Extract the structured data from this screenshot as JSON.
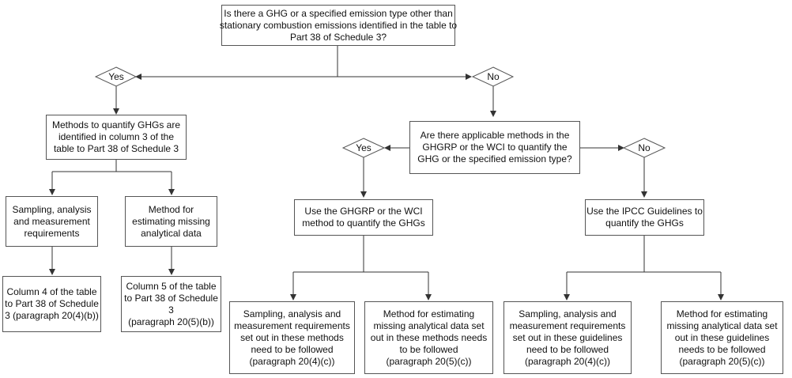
{
  "diagram": {
    "question": [
      "Is there a GHG or a specified emission type other than",
      "stationary combustion emissions identified in the table to",
      "Part 38 of Schedule 3?"
    ],
    "yes_top": "Yes",
    "no_top": "No",
    "methods_identified": [
      "Methods to quantify GHGs are",
      "identified in column 3 of the",
      "table to Part 38 of Schedule 3"
    ],
    "sampling_left": [
      "Sampling, analysis",
      "and measurement",
      "requirements"
    ],
    "missing_left": [
      "Method for",
      "estimating missing",
      "analytical data"
    ],
    "col4": [
      "Column 4 of the table",
      "to Part 38 of Schedule",
      "3 (paragraph 20(4)(b))"
    ],
    "col5": [
      "Column 5 of the table",
      "to Part 38 of Schedule",
      "3",
      "(paragraph 20(5)(b))"
    ],
    "applicable_question": [
      "Are there applicable methods in the",
      "GHGRP or the WCI to quantify the",
      "GHG or the specified emission type?"
    ],
    "yes_mid": "Yes",
    "no_mid": "No",
    "use_ghgrp": [
      "Use the GHGRP or the WCI",
      "method to quantify the GHGs"
    ],
    "use_ipcc": [
      "Use the IPCC Guidelines to",
      "quantify the GHGs"
    ],
    "sampling_methods": [
      "Sampling, analysis and",
      "measurement requirements",
      "set out in these methods",
      "need to be followed",
      "(paragraph 20(4)(c))"
    ],
    "missing_methods": [
      "Method for estimating",
      "missing analytical data set",
      "out in these methods needs",
      "to be followed",
      "(paragraph 20(5)(c))"
    ],
    "sampling_guidelines": [
      "Sampling, analysis and",
      "measurement requirements",
      "set out in these guidelines",
      "need to be followed",
      "(paragraph 20(4)(c))"
    ],
    "missing_guidelines": [
      "Method for estimating",
      "missing analytical data set",
      "out in these guidelines",
      "needs to be followed",
      "(paragraph 20(5)(c))"
    ]
  }
}
